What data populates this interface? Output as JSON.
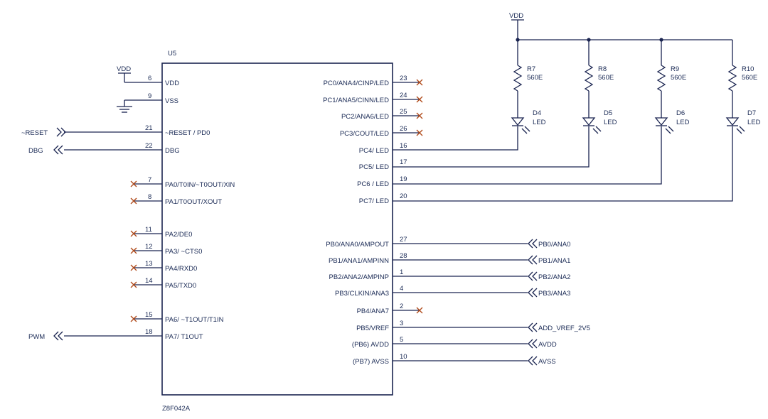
{
  "chip": {
    "ref": "U5",
    "part": "Z8F042A"
  },
  "left_pins": [
    {
      "name": "VDD",
      "num": "6"
    },
    {
      "name": "VSS",
      "num": "9"
    },
    {
      "name": "~RESET / PD0",
      "num": "21"
    },
    {
      "name": "DBG",
      "num": "22"
    },
    {
      "name": "PA0/T0IN/~T0OUT/XIN",
      "num": "7"
    },
    {
      "name": "PA1/T0OUT/XOUT",
      "num": "8"
    },
    {
      "name": "PA2/DE0",
      "num": "11"
    },
    {
      "name": "PA3/ ~CTS0",
      "num": "12"
    },
    {
      "name": "PA4/RXD0",
      "num": "13"
    },
    {
      "name": "PA5/TXD0",
      "num": "14"
    },
    {
      "name": "PA6/ ~T1OUT/T1IN",
      "num": "15"
    },
    {
      "name": "PA7/ T1OUT",
      "num": "18"
    }
  ],
  "right_pins": [
    {
      "name": "PC0/ANA4/CINP/LED",
      "num": "23"
    },
    {
      "name": "PC1/ANA5/CINN/LED",
      "num": "24"
    },
    {
      "name": "PC2/ANA6/LED",
      "num": "25"
    },
    {
      "name": "PC3/COUT/LED",
      "num": "26"
    },
    {
      "name": "PC4/ LED",
      "num": "16"
    },
    {
      "name": "PC5/ LED",
      "num": "17"
    },
    {
      "name": "PC6 / LED",
      "num": "19"
    },
    {
      "name": "PC7/ LED",
      "num": "20"
    },
    {
      "name": "PB0/ANA0/AMPOUT",
      "num": "27"
    },
    {
      "name": "PB1/ANA1/AMPINN",
      "num": "28"
    },
    {
      "name": "PB2/ANA2/AMPINP",
      "num": "1"
    },
    {
      "name": "PB3/CLKIN/ANA3",
      "num": "4"
    },
    {
      "name": "PB4/ANA7",
      "num": "2"
    },
    {
      "name": "PB5/VREF",
      "num": "3"
    },
    {
      "name": "(PB6) AVDD",
      "num": "5"
    },
    {
      "name": "(PB7) AVSS",
      "num": "10"
    }
  ],
  "left_nets": {
    "vdd": "VDD",
    "reset": "~RESET",
    "dbg": "DBG",
    "pwm": "PWM"
  },
  "right_nets": [
    "PB0/ANA0",
    "PB1/ANA1",
    "PB2/ANA2",
    "PB3/ANA3",
    "ADD_VREF_2V5",
    "AVDD",
    "AVSS"
  ],
  "led_vdd": "VDD",
  "leds": [
    {
      "r": "R7",
      "rval": "560E",
      "d": "D4",
      "dtype": "LED"
    },
    {
      "r": "R8",
      "rval": "560E",
      "d": "D5",
      "dtype": "LED"
    },
    {
      "r": "R9",
      "rval": "560E",
      "d": "D6",
      "dtype": "LED"
    },
    {
      "r": "R10",
      "rval": "560E",
      "d": "D7",
      "dtype": "LED"
    }
  ]
}
